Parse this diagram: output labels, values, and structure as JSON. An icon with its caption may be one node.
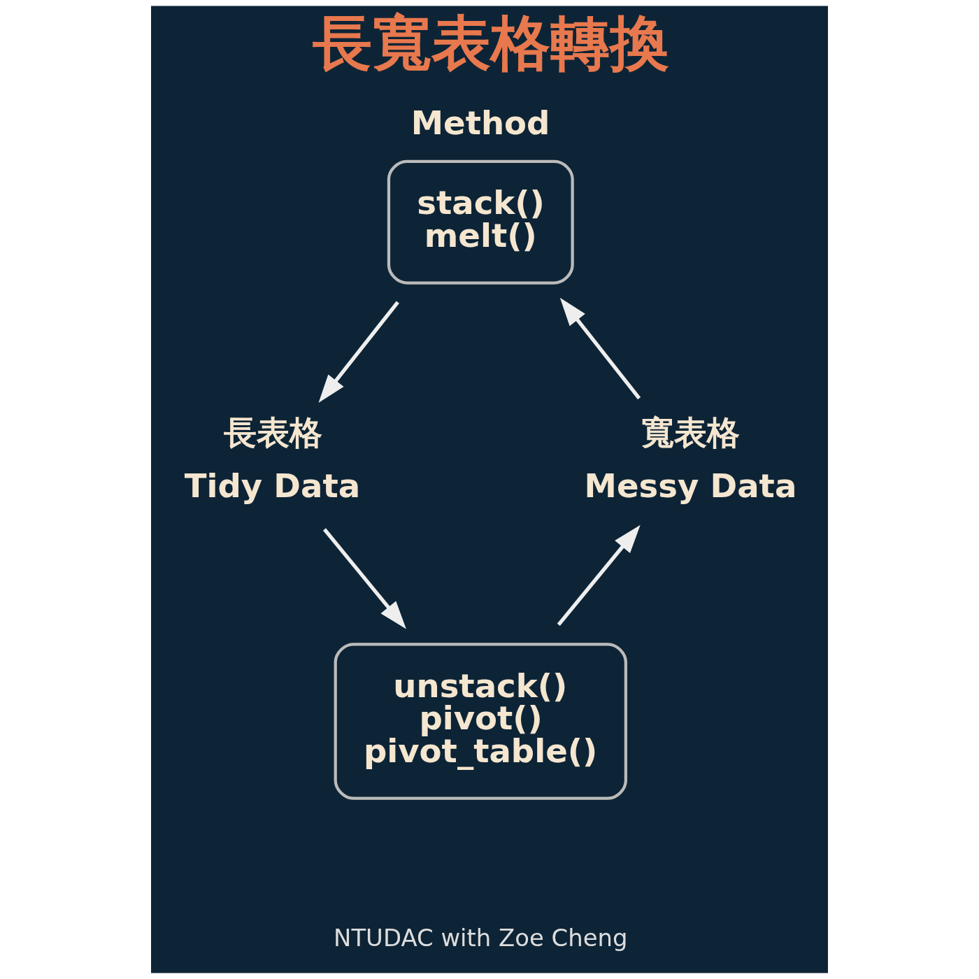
{
  "diagram": {
    "title": "長寬表格轉換",
    "nodes": [
      {
        "text": [
          "Method",
          "stack() melt()"
        ]
      },
      {
        "text": [
          "長表格",
          "Tidy Data"
        ]
      },
      {
        "text": [
          "unstack() pivot() pivot_table()"
        ]
      },
      {
        "text": [
          "寬表格",
          "Messy Data"
        ]
      }
    ],
    "edges": [
      {
        "from": 0,
        "to": 1,
        "arrow": "to"
      },
      {
        "from": 1,
        "to": 2,
        "arrow": "to"
      },
      {
        "from": 2,
        "to": 3,
        "arrow": "to"
      },
      {
        "from": 3,
        "to": 0,
        "arrow": "to"
      }
    ],
    "labels": [
      "NTUDAC with Zoe Cheng"
    ]
  }
}
